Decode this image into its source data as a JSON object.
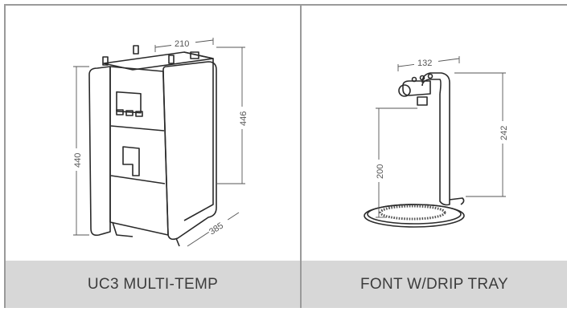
{
  "products": [
    {
      "name": "UC3 MULTI-TEMP",
      "dimensions": {
        "width": "210",
        "height": "446",
        "overall_height": "440",
        "depth": "385"
      }
    },
    {
      "name": "FONT W/DRIP TRAY",
      "dimensions": {
        "width": "132",
        "height": "242",
        "spout_height": "200"
      }
    }
  ]
}
